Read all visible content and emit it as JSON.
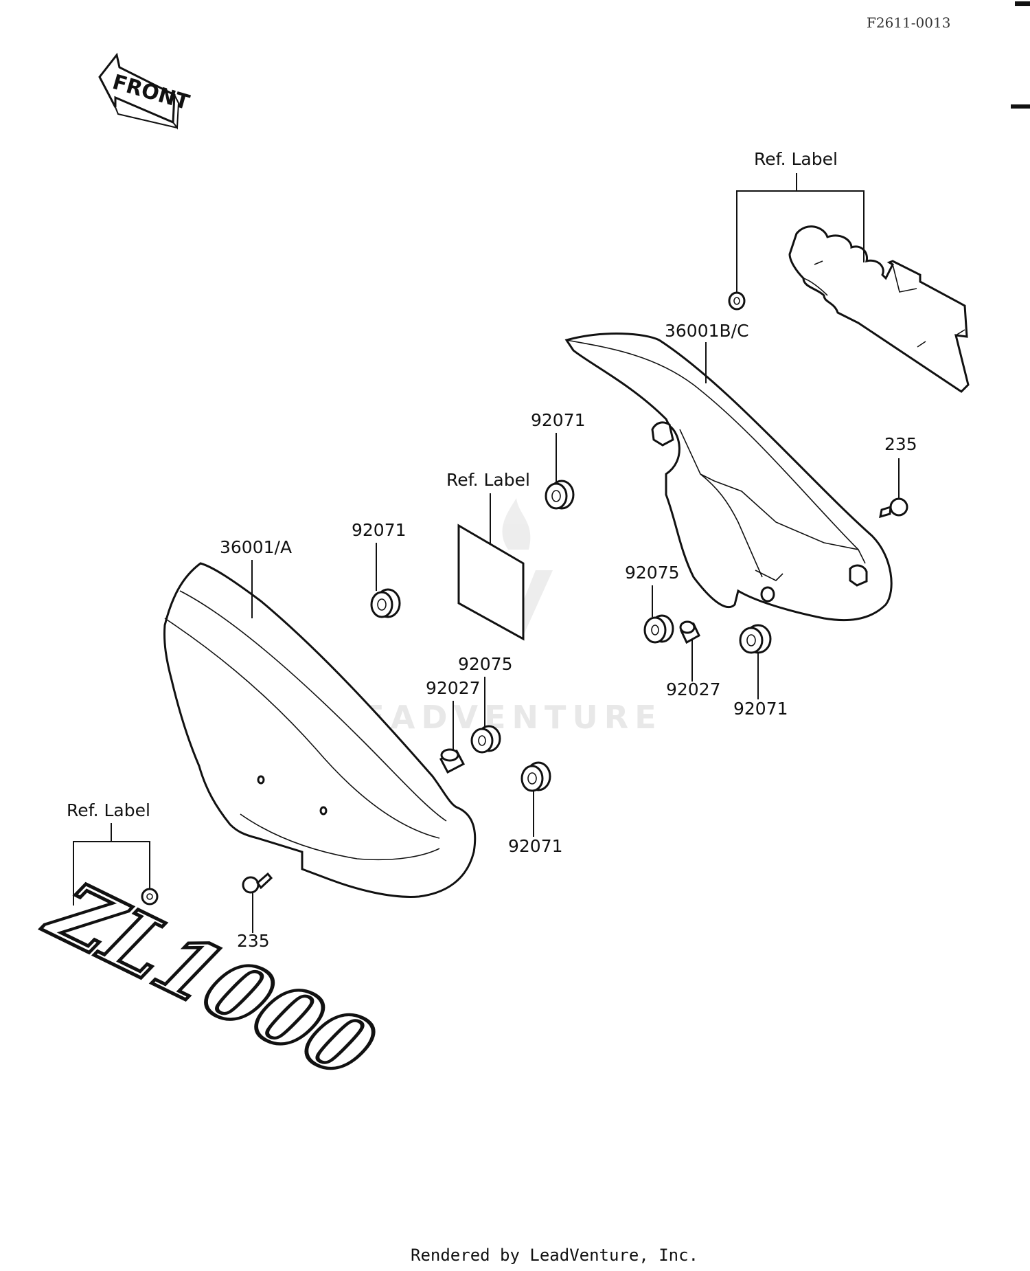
{
  "diagram_code": "F2611-0013",
  "front_arrow_label": "FRONT",
  "emblem_text": "ZL1000",
  "watermark": "LEADVENTURE",
  "footer": "Rendered by LeadVenture, Inc.",
  "callouts": {
    "ref_label_right": "Ref. Label",
    "part_36001bc": "36001B/C",
    "part_92071_upper": "92071",
    "part_235_right": "235",
    "ref_label_middle": "Ref. Label",
    "part_92071_mid_left": "92071",
    "part_36001a": "36001/A",
    "part_92075_right": "92075",
    "part_92027_right": "92027",
    "part_92071_right": "92071",
    "part_92075_left": "92075",
    "part_92027_left": "92027",
    "ref_label_left": "Ref. Label",
    "part_92071_lower": "92071",
    "part_235_left": "235"
  }
}
